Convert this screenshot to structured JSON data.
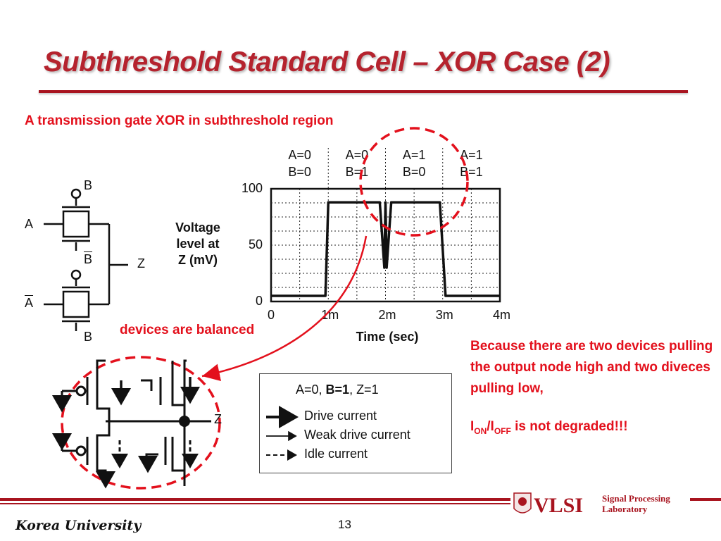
{
  "slide": {
    "title": "Subthreshold Standard Cell – XOR Case (2)",
    "subtitle": "A transmission gate XOR in subthreshold region",
    "page_number": "13",
    "university": "Korea University",
    "lab_logo": "VLSI",
    "lab_name_line1": "Signal Processing",
    "lab_name_line2": "Laboratory"
  },
  "gate_schematic": {
    "label_b_top": "B",
    "label_a": "A",
    "label_bbar": "B",
    "label_z": "Z",
    "label_abar": "A",
    "label_b_bottom": "B"
  },
  "chart_data": {
    "type": "line",
    "ylabel_lines": [
      "Voltage",
      "level at",
      "Z (mV)"
    ],
    "xlabel": "Time (sec)",
    "x_ticks": [
      "0",
      "1m",
      "2m",
      "3m",
      "4m"
    ],
    "y_ticks": [
      "0",
      "50",
      "100"
    ],
    "xlim": [
      0,
      4
    ],
    "ylim": [
      0,
      100
    ],
    "grid": true,
    "cases": [
      {
        "a": "A=0",
        "b": "B=0"
      },
      {
        "a": "A=0",
        "b": "B=1"
      },
      {
        "a": "A=1",
        "b": "B=0"
      },
      {
        "a": "A=1",
        "b": "B=1"
      }
    ],
    "series": [
      {
        "x": [
          0,
          0.95,
          1.0,
          1.9,
          1.98,
          2.0,
          2.02,
          2.1,
          2.95,
          3.05,
          4.0
        ],
        "y": [
          5,
          5,
          88,
          88,
          30,
          88,
          30,
          88,
          88,
          5,
          5
        ]
      }
    ]
  },
  "annotations": {
    "balanced": "devices are balanced",
    "side_para1": "Because there are two devices pulling the output node high and two diveces pulling low,",
    "ion": "I",
    "ion_sub": "ON",
    "slash": "/I",
    "ioff_sub": "OFF",
    "ion_tail": " is not degraded!!!"
  },
  "legend": {
    "title_a": "A=0, ",
    "title_b": "B=1",
    "title_z": ", Z=1",
    "items": [
      "Drive current",
      "Weak drive current",
      "Idle current"
    ]
  },
  "colors": {
    "accent": "#b5232e",
    "highlight": "#e3101c"
  }
}
